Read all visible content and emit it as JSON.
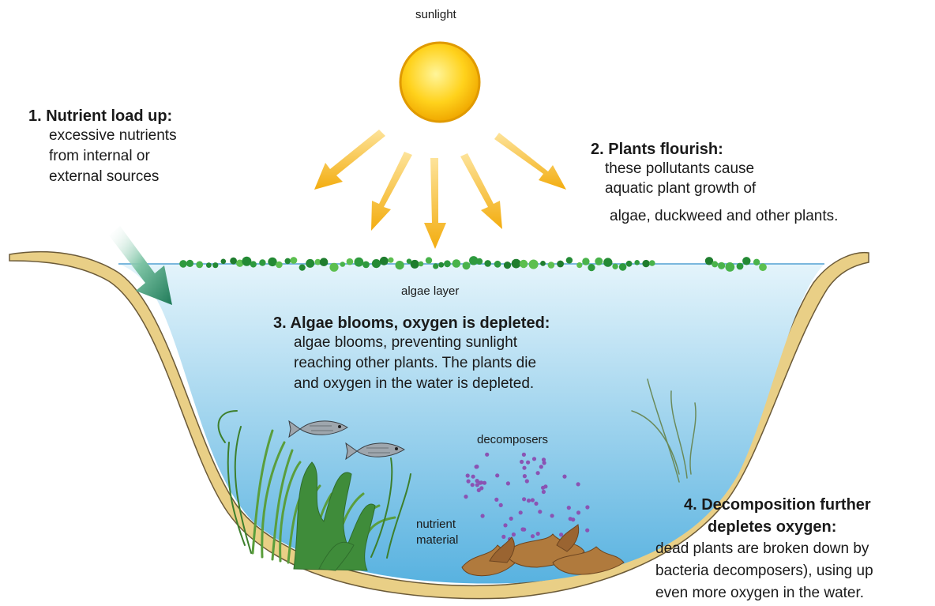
{
  "labels": {
    "sunlight": "sunlight",
    "algae_layer": "algae layer",
    "decomposers": "decomposers",
    "nutrient_material": [
      "nutrient",
      "material"
    ]
  },
  "steps": [
    {
      "title": "1. Nutrient load up:",
      "lines": [
        "excessive nutrients",
        "from internal or",
        "external sources"
      ]
    },
    {
      "title": "2. Plants flourish:",
      "lines": [
        "these pollutants cause",
        "aquatic plant growth of",
        "algae, duckweed and other plants."
      ]
    },
    {
      "title": "3. Algae blooms, oxygen is depleted:",
      "lines": [
        "algae blooms, preventing sunlight",
        "reaching other plants. The plants die",
        "and oxygen in the water is depleted."
      ]
    },
    {
      "title_lines": [
        "4. Decomposition further",
        "depletes oxygen:"
      ],
      "lines": [
        "dead plants are broken down by",
        "bacteria decomposers), using up",
        "even more oxygen in the water."
      ]
    }
  ],
  "colors": {
    "sun": "#f5c400",
    "sun_ray": "#f3b417",
    "water_top": "#dbeff9",
    "water_bottom": "#5bb4e2",
    "soil": "#e9cf86",
    "algae": "#3aa648",
    "plant": "#4e9e3e",
    "decomposer": "#8a53b3",
    "nutrient_arrow": "#2e8a66"
  }
}
